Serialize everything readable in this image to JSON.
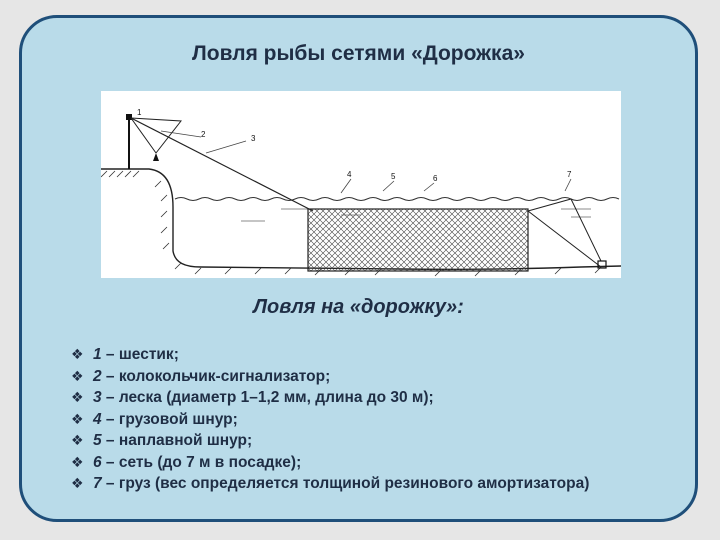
{
  "title": "Ловля рыбы сетями «Дорожка»",
  "diagram": {
    "labels": [
      "1",
      "2",
      "3",
      "4",
      "5",
      "6",
      "7"
    ]
  },
  "subtitle": "Ловля на «дорожку»:",
  "legend": [
    {
      "num": "1",
      "text": " – шестик;"
    },
    {
      "num": "2",
      "text": " – колокольчик-сигнализатор;"
    },
    {
      "num": "3",
      "text": " – леска (диаметр 1–1,2 мм, длина до 30 м);"
    },
    {
      "num": "4",
      "text": " – грузовой шнур;"
    },
    {
      "num": "5",
      "text": " – наплавной шнур;"
    },
    {
      "num": "6",
      "text": " – сеть (до 7 м в посадке);"
    },
    {
      "num": "7",
      "text": " – груз (вес определяется толщиной резинового амортизатора)"
    }
  ],
  "bullet_icon": "v-bullet-icon",
  "colors": {
    "slide_bg": "#b9dbe9",
    "border": "#1f4f7a",
    "text": "#1f2e45"
  }
}
